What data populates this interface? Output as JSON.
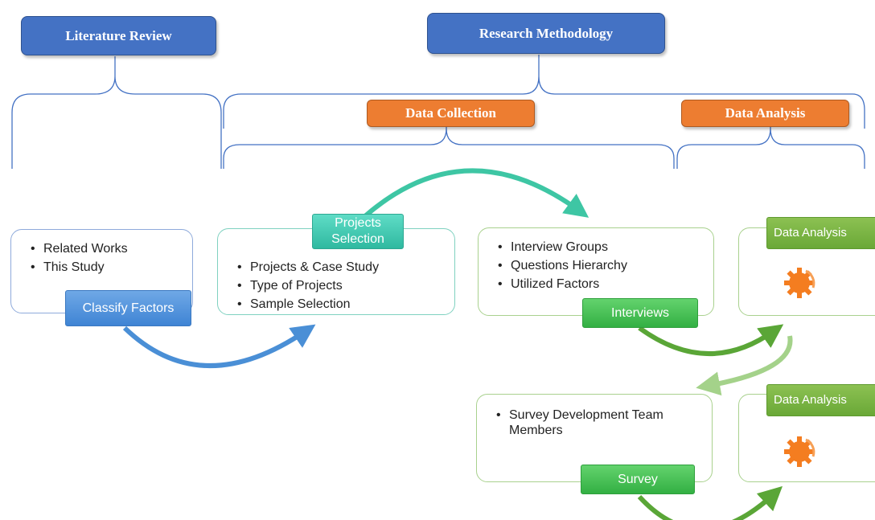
{
  "headers": {
    "literature_review": "Literature Review",
    "research_methodology": "Research Methodology",
    "data_collection": "Data Collection",
    "data_analysis": "Data Analysis"
  },
  "panels": {
    "literature": {
      "items": [
        "Related Works",
        "This Study"
      ],
      "tag": "Classify Factors"
    },
    "projects": {
      "tag": "Projects Selection",
      "items": [
        "Projects & Case Study",
        "Type of Projects",
        "Sample Selection"
      ]
    },
    "interviews": {
      "items": [
        "Interview Groups",
        "Questions Hierarchy",
        "Utilized Factors"
      ],
      "tag": "Interviews"
    },
    "analysis_top": {
      "tag": "Data Analysis",
      "icon": "gear-icon"
    },
    "survey": {
      "items": [
        "Survey Development Team Members"
      ],
      "tag": "Survey"
    },
    "analysis_bottom": {
      "tag": "Data Analysis",
      "icon": "gear-icon"
    }
  },
  "colors": {
    "header_blue": "#4472c4",
    "header_orange": "#ed7d31",
    "tag_blue": "#5b9bd5",
    "tag_teal": "#3cc9b0",
    "tag_green": "#4cc155",
    "tag_olive": "#7ab547",
    "gear": "#f47d20"
  }
}
